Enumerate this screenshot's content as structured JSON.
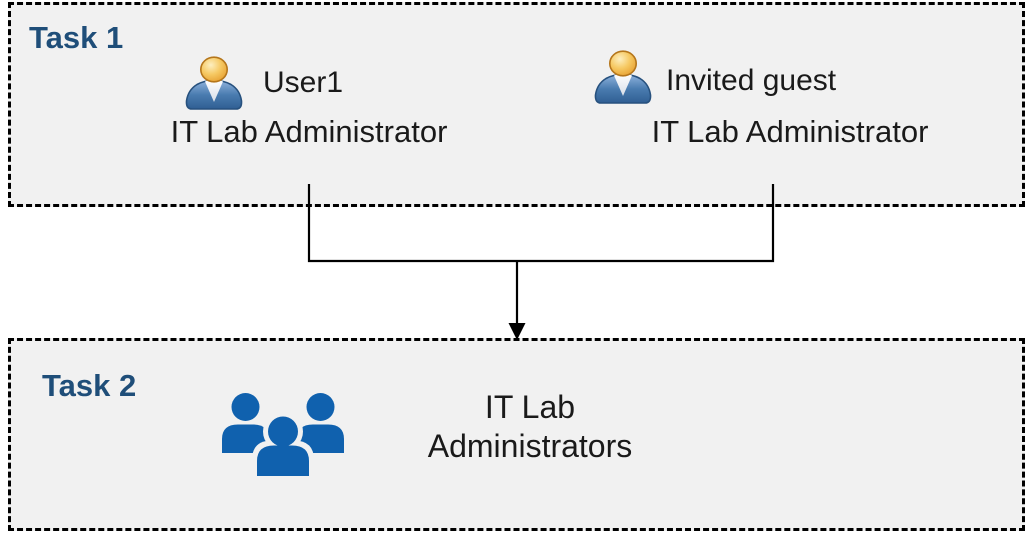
{
  "task1": {
    "label": "Task 1",
    "members": [
      {
        "name": "User1",
        "role": "IT Lab Administrator",
        "icon": "person-icon"
      },
      {
        "name": "Invited guest",
        "role": "IT Lab Administrator",
        "icon": "person-icon"
      }
    ]
  },
  "task2": {
    "label": "Task 2",
    "group": {
      "name": "IT Lab Administrators",
      "icon": "people-group-icon"
    }
  },
  "colors": {
    "task_label": "#1F4E79",
    "box_background": "#F1F1F1",
    "box_border": "#000000",
    "body_text": "#1A1A1A",
    "connector": "#000000",
    "group_icon_blue": "#1061AE",
    "person_head_gold": "#F2B94F",
    "person_body_blue": "#3E6FA4"
  }
}
